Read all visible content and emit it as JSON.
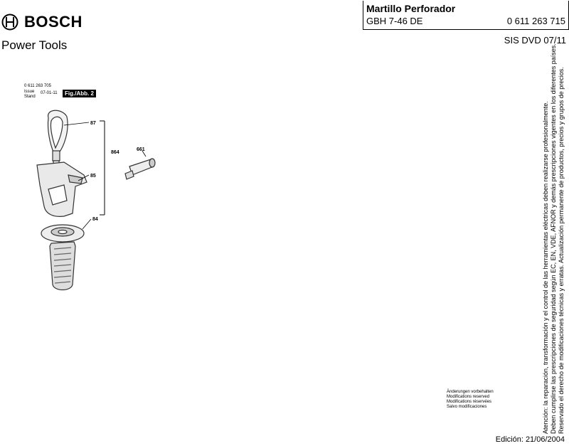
{
  "brand": {
    "name": "BOSCH",
    "division": "Power Tools"
  },
  "title_block": {
    "product": "Martillo Perforador",
    "model": "GBH 7-46 DE",
    "part_number": "0 611 263 715",
    "sis": "SIS DVD 07/11"
  },
  "figure_meta": {
    "part_number": "0 611 263 705",
    "issue_label": "Issue",
    "stand_label": "Stand",
    "date": "07-01-11",
    "fig_label": "Fig./Abb. 2"
  },
  "callouts": {
    "c87": "87",
    "c85": "85",
    "c84": "84",
    "c864": "864",
    "c661": "661"
  },
  "vertical_notes": [
    "Atención: la reparación, transformación y el control de las herramientas eléctricas deben realizarse profesionalmente.",
    "Deben cumplirse las prescripciones de seguridad según EC, EN, VDE, AFNOR y demás prescripciones vigentes en los diferentes países.",
    "Reservado el derecho de modificaciones técnicas y erratas. Actualización permanente de productos, precios y grupos de precios."
  ],
  "modifications": [
    "Änderungen vorbehalten",
    "Modifications reserved",
    "Modifications réservées",
    "Salvo modificaciones"
  ],
  "edition": "Edición: 21/06/2004"
}
